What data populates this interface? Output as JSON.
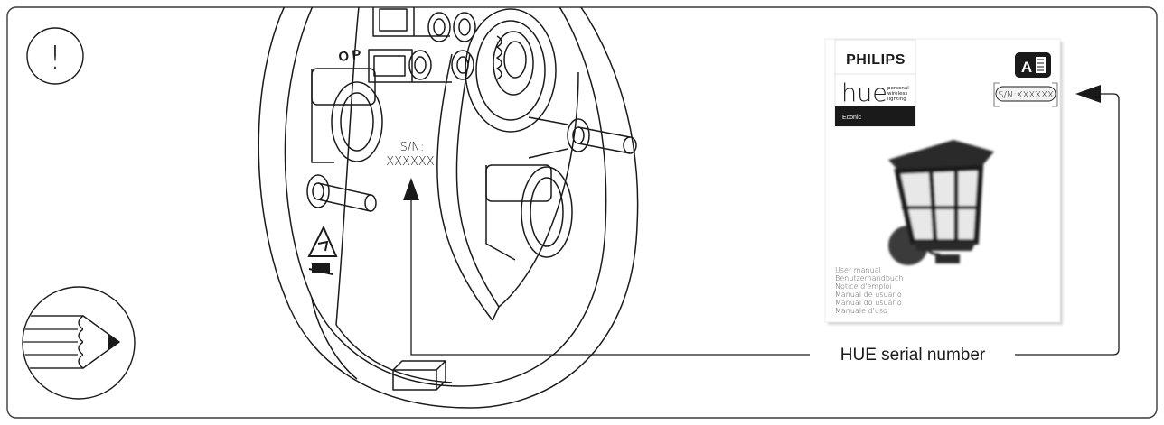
{
  "notice": {
    "symbol": "!",
    "icon": "exclamation-icon"
  },
  "pencil": {
    "icon": "pencil-icon"
  },
  "fixture": {
    "sn_label": "S/N:",
    "sn_value": "XXXXXX",
    "letters": [
      "O",
      "P"
    ]
  },
  "manual": {
    "brand": "PHILIPS",
    "hue_word": "hue",
    "tagline_lines": [
      "personal",
      "wireless",
      "lighting"
    ],
    "product": "Econic",
    "sn_sticker": "S/N:XXXXXX",
    "languages": [
      "User manual",
      "Benutzerhandbuch",
      "Notice d'emploi",
      "Manual de usuario",
      "Manual do usuário",
      "Manuale d'uso"
    ]
  },
  "callout": {
    "label": "HUE serial number"
  },
  "colors": {
    "line": "#1a1a1a",
    "badge_bg": "#1a1a1a",
    "shadow": "#d8d8d8",
    "frame": "#3a3a3a"
  }
}
